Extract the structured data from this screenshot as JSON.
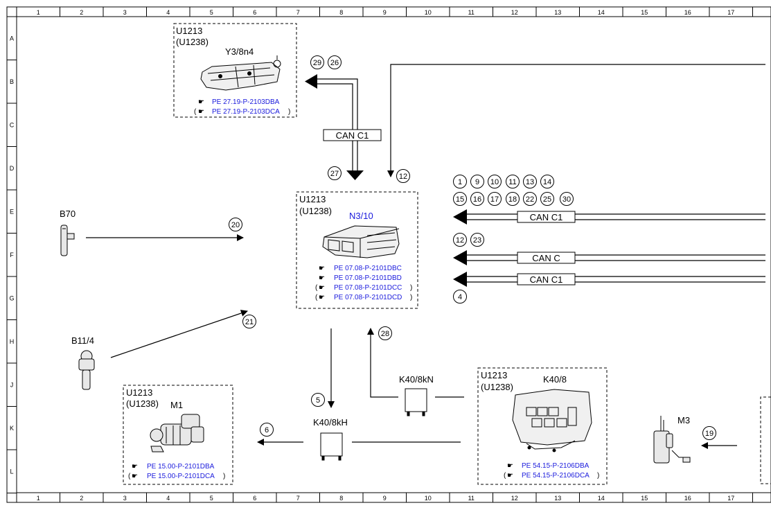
{
  "colors": {
    "ink": "#000000",
    "link": "#1a1adc",
    "background": "#ffffff"
  },
  "grid": {
    "columns": [
      "1",
      "2",
      "3",
      "4",
      "5",
      "6",
      "7",
      "8",
      "9",
      "10",
      "11",
      "12",
      "13",
      "14",
      "15",
      "16",
      "17"
    ],
    "rows": [
      "A",
      "B",
      "C",
      "D",
      "E",
      "F",
      "G",
      "H",
      "J",
      "K",
      "L"
    ]
  },
  "components": {
    "y3_8n4": {
      "code": "U1213",
      "code_alt": "(U1238)",
      "label": "Y3/8n4",
      "refs": [
        {
          "open": "",
          "text": "PE 27.19-P-2103DBA",
          "close": ""
        },
        {
          "open": "(",
          "text": "PE 27.19-P-2103DCA",
          "close": ")"
        }
      ]
    },
    "n3_10": {
      "code": "U1213",
      "code_alt": "(U1238)",
      "label": "N3/10",
      "refs": [
        {
          "open": "",
          "text": "PE 07.08-P-2101DBC",
          "close": ""
        },
        {
          "open": "",
          "text": "PE 07.08-P-2101DBD",
          "close": ""
        },
        {
          "open": "(",
          "text": "PE 07.08-P-2101DCC",
          "close": ")"
        },
        {
          "open": "(",
          "text": "PE 07.08-P-2101DCD",
          "close": ")"
        }
      ]
    },
    "m1": {
      "code": "U1213",
      "code_alt": "(U1238)",
      "label": "M1",
      "refs": [
        {
          "open": "",
          "text": "PE 15.00-P-2101DBA",
          "close": ""
        },
        {
          "open": "(",
          "text": "PE 15.00-P-2101DCA",
          "close": ")"
        }
      ]
    },
    "k40_8": {
      "code": "U1213",
      "code_alt": "(U1238)",
      "label": "K40/8",
      "refs": [
        {
          "open": "",
          "text": "PE 54.15-P-2106DBA",
          "close": ""
        },
        {
          "open": "(",
          "text": "PE 54.15-P-2106DCA",
          "close": ")"
        }
      ]
    },
    "b70": {
      "label": "B70"
    },
    "b11_4": {
      "label": "B11/4"
    },
    "k40_8kn": {
      "label": "K40/8kN"
    },
    "k40_8kh": {
      "label": "K40/8kH"
    },
    "m3": {
      "label": "M3"
    }
  },
  "bus_labels": {
    "top": "CAN C1",
    "right_1": "CAN C1",
    "right_2": "CAN C",
    "right_3": "CAN C1"
  },
  "markers": {
    "m29": "29",
    "m26": "26",
    "m27": "27",
    "m12a": "12",
    "m1": "1",
    "m9": "9",
    "m10": "10",
    "m11": "11",
    "m13": "13",
    "m14": "14",
    "m15": "15",
    "m16": "16",
    "m17": "17",
    "m18": "18",
    "m22": "22",
    "m25": "25",
    "m30": "30",
    "m20": "20",
    "m12b": "12",
    "m23": "23",
    "m4": "4",
    "m21": "21",
    "m28": "28",
    "m5": "5",
    "m6": "6",
    "m19": "19"
  }
}
